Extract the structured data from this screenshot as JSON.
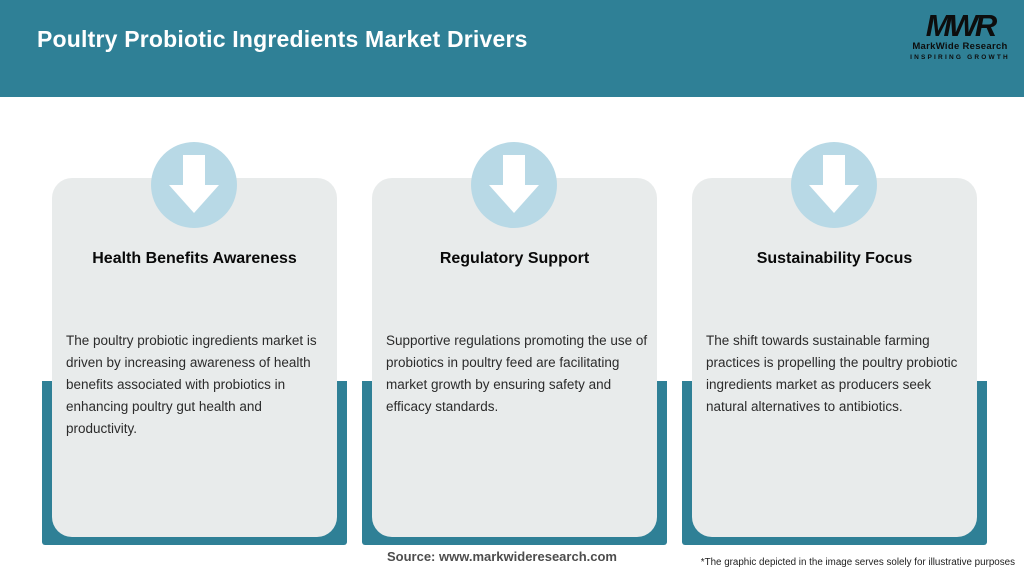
{
  "header": {
    "title": "Poultry Probiotic Ingredients Market Drivers",
    "logo": {
      "acronym": "MWR",
      "name": "MarkWide Research",
      "tagline": "INSPIRING GROWTH"
    }
  },
  "cards": [
    {
      "icon": "down-arrow-icon",
      "title": "Health Benefits Awareness",
      "description": "The poultry probiotic ingredients market is driven by increasing awareness of health benefits associated with probiotics in enhancing poultry gut health and productivity."
    },
    {
      "icon": "down-arrow-icon",
      "title": "Regulatory Support",
      "description": "Supportive regulations promoting the use of probiotics in poultry feed are facilitating market growth by ensuring safety and efficacy standards."
    },
    {
      "icon": "down-arrow-icon",
      "title": "Sustainability Focus",
      "description": "The shift towards sustainable farming practices is propelling the poultry probiotic ingredients market as producers seek natural alternatives to antibiotics."
    }
  ],
  "footer": {
    "source": "Source: www.markwideresearch.com",
    "disclaimer": "*The graphic depicted in the image serves solely for illustrative purposes"
  },
  "colors": {
    "teal": "#2f8096",
    "light_blue": "#b8d9e6",
    "card_gray": "#e8ebeb"
  }
}
